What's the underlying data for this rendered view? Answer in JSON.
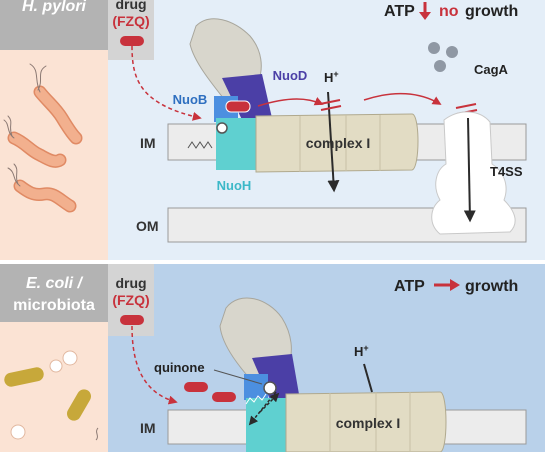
{
  "top_panel": {
    "organism": "H. pylori",
    "drug": "drug",
    "drug_name": "(FZQ)",
    "outcome_atp": "ATP",
    "outcome_no": "no",
    "outcome_growth": "growth",
    "membrane_inner": "IM",
    "membrane_outer": "OM",
    "subunit_b": "NuoB",
    "subunit_d": "NuoD",
    "subunit_h": "NuoH",
    "complex": "complex I",
    "proton": "H",
    "proton_sup": "+",
    "effector": "CagA",
    "secretion_system": "T4SS"
  },
  "bottom_panel": {
    "organism_line1": "E. coli /",
    "organism_line2": "microbiota",
    "drug": "drug",
    "drug_name": "(FZQ)",
    "outcome_atp": "ATP",
    "outcome_growth": "growth",
    "substrate": "quinone",
    "membrane_inner": "IM",
    "complex": "complex I",
    "proton": "H",
    "proton_sup": "+"
  },
  "colors": {
    "top_background": "#e4eef8",
    "bottom_background": "#b9d1ea",
    "organism_panel": "#fbe3d4",
    "label_bar": "#b3b3b3",
    "drug_red": "#c8323c",
    "nuo_b": "#4c8fe0",
    "nuo_d": "#4b3fa6",
    "nuo_h": "#5fd0d0",
    "complex_fill": "#e2dcc4",
    "arm_fill": "#d8d6cc",
    "membrane_fill": "#ececec",
    "cag_dots": "#8f98a4"
  }
}
